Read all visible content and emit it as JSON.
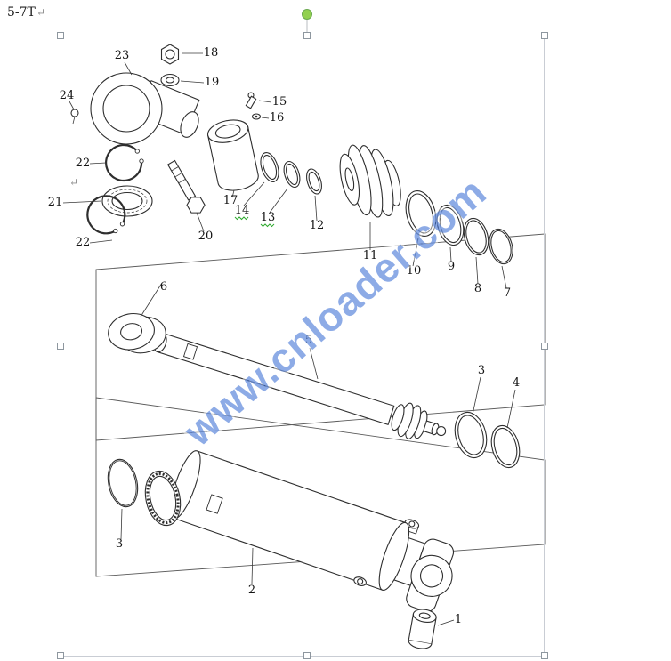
{
  "editor": {
    "corner_label": "5-7T",
    "return_mark": "↵",
    "stray_mark": "↵"
  },
  "selection": {
    "rotate_handle_color": "#92d050"
  },
  "watermark": {
    "text": "www.cnloader.com",
    "color": "#3b6fd4"
  },
  "diagram": {
    "labels": [
      {
        "text": "23"
      },
      {
        "text": "18"
      },
      {
        "text": "19"
      },
      {
        "text": "24"
      },
      {
        "text": "15"
      },
      {
        "text": "16"
      },
      {
        "text": "22"
      },
      {
        "text": "21"
      },
      {
        "text": "22"
      },
      {
        "text": "20"
      },
      {
        "text": "17"
      },
      {
        "text": "14"
      },
      {
        "text": "13"
      },
      {
        "text": "12"
      },
      {
        "text": "11"
      },
      {
        "text": "10"
      },
      {
        "text": "9"
      },
      {
        "text": "8"
      },
      {
        "text": "7"
      },
      {
        "text": "6"
      },
      {
        "text": "5"
      },
      {
        "text": "3"
      },
      {
        "text": "4"
      },
      {
        "text": "3"
      },
      {
        "text": "2"
      },
      {
        "text": "1"
      }
    ]
  }
}
